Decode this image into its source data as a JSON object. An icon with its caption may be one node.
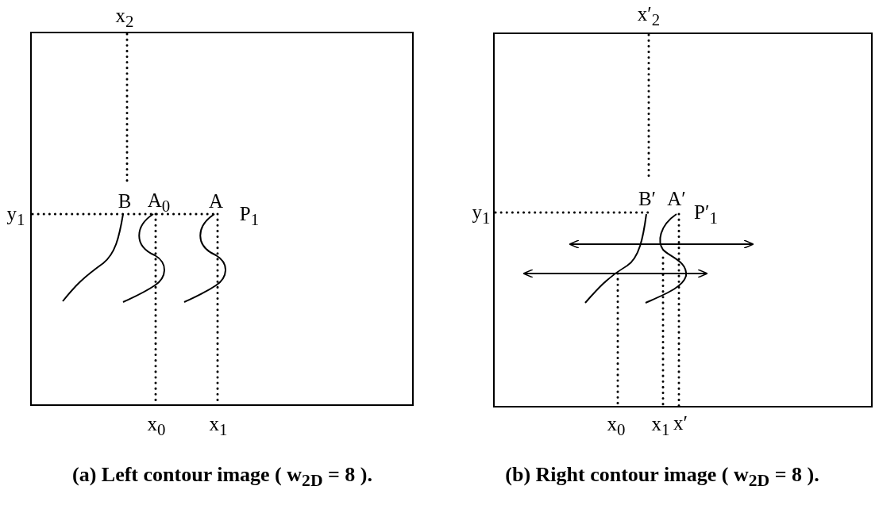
{
  "diagram": {
    "labels": [
      "x$_{2}$",
      "B",
      "A$_{0}$",
      "A",
      "y$_{1}$",
      "P$_{1}$",
      "x$_{0}$",
      "x$_{1}$",
      "x′$_{2}$",
      "B′",
      "A′",
      "y$_{1}$",
      "P′$_{1}$",
      "x$_{0}$",
      "x$_{1}$",
      "x′",
      "(a) Left contour image ( w$_{2D}$ = 8 ).",
      "(b) Right contour image ( w$_{2D}$ = 8 )."
    ]
  }
}
